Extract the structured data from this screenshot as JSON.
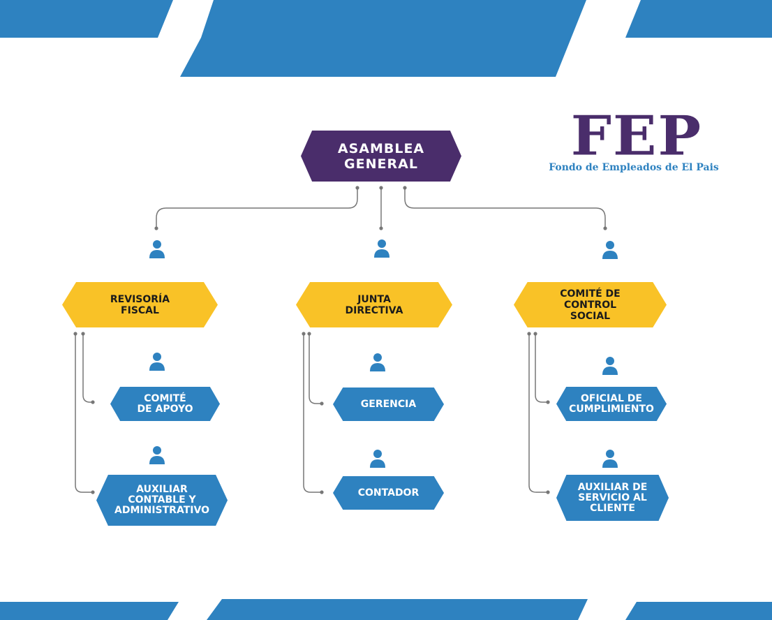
{
  "logo": {
    "mark": "FEP",
    "subtitle": "Fondo de Empleados de El Pais"
  },
  "root": {
    "label": "ASAMBLEA\nGENERAL"
  },
  "branches": [
    {
      "label": "REVISORÍA\nFISCAL",
      "children": [
        "COMITÉ\nDE APOYO",
        "AUXILIAR\nCONTABLE Y\nADMINISTRATIVO"
      ]
    },
    {
      "label": "JUNTA\nDIRECTIVA",
      "children": [
        "GERENCIA",
        "CONTADOR"
      ]
    },
    {
      "label": "COMITÉ DE\nCONTROL\nSOCIAL",
      "children": [
        "OFICIAL DE\nCUMPLIMIENTO",
        "AUXILIAR DE\nSERVICIO AL\nCLIENTE"
      ]
    }
  ],
  "colors": {
    "primary_blue": "#2e82c0",
    "purple": "#4a2d6b",
    "yellow": "#f9c227",
    "connector": "#777777"
  },
  "icons": {
    "person": "person-icon"
  }
}
